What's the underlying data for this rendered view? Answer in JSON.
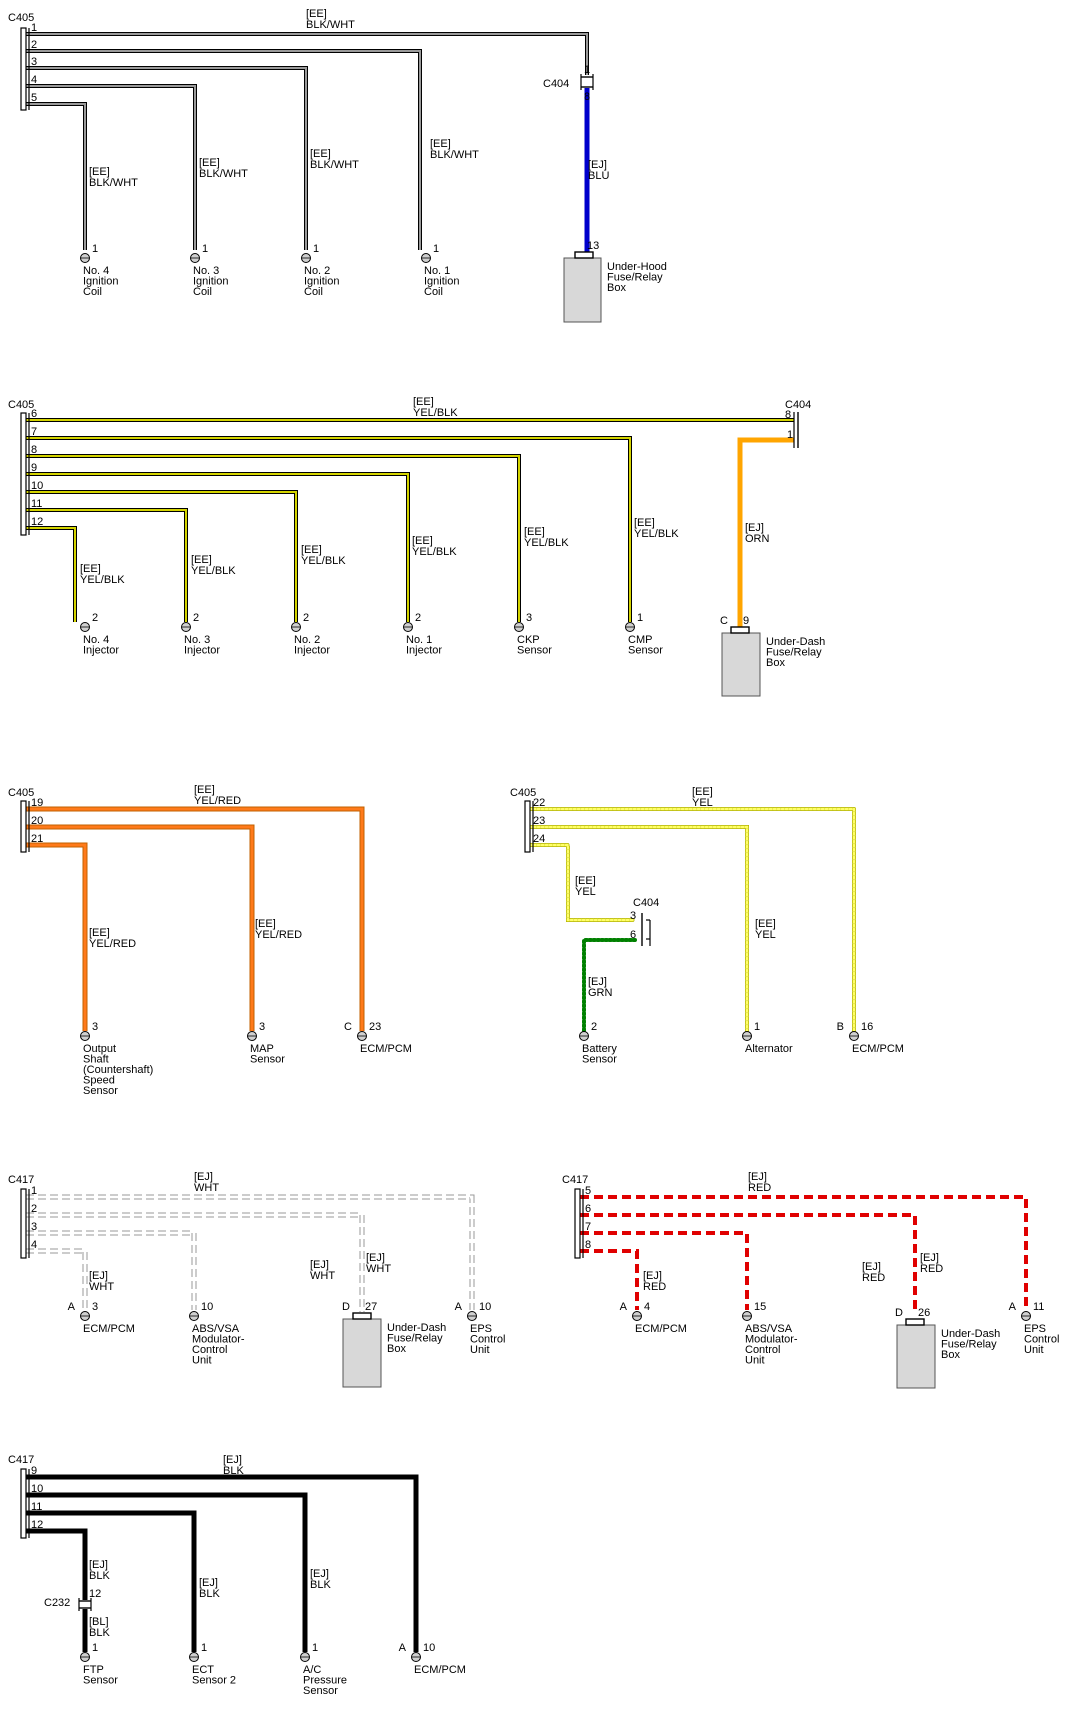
{
  "wire_colors": {
    "BLK/WHT": {
      "main": "#9a9a9a",
      "edge": "#000000",
      "style": "solid"
    },
    "BLU": {
      "main": "#0000cc",
      "edge": "#0000cc",
      "style": "solid"
    },
    "YEL/BLK": {
      "main": "#d4d400",
      "edge": "#000000",
      "style": "solid"
    },
    "ORN": {
      "main": "#ffa500",
      "edge": "#ffa500",
      "style": "solid"
    },
    "YEL/RED": {
      "main": "#ff7a1a",
      "edge": "#c06000",
      "style": "solid"
    },
    "YEL": {
      "main": "#ffff66",
      "edge": "#b4b400",
      "style": "dotted"
    },
    "GRN": {
      "main": "#008000",
      "edge": "#008000",
      "style": "dotted"
    },
    "WHT": {
      "main": "#ffffff",
      "edge": "#999999",
      "style": "dashed"
    },
    "RED": {
      "main": "#e00000",
      "edge": "#e00000",
      "style": "dashed"
    },
    "BLK": {
      "main": "#000000",
      "edge": "#000000",
      "style": "solid"
    }
  },
  "panels": [
    {
      "id": "ignition-coils",
      "connectors": [
        {
          "name": "C405",
          "pins": [
            "1",
            "2",
            "3",
            "4",
            "5"
          ]
        },
        {
          "name": "C404",
          "pins": [
            "1",
            "8"
          ]
        }
      ],
      "wire_labels": [
        {
          "harness": "[EE]",
          "color": "BLK/WHT"
        },
        {
          "harness": "[EJ]",
          "color": "BLU"
        },
        {
          "harness": "[EE]",
          "color": "BLK/WHT"
        },
        {
          "harness": "[EE]",
          "color": "BLK/WHT"
        },
        {
          "harness": "[EE]",
          "color": "BLK/WHT"
        },
        {
          "harness": "[EE]",
          "color": "BLK/WHT"
        }
      ],
      "devices": [
        {
          "pin": "1",
          "lines": [
            "No. 4",
            "Ignition",
            "Coil"
          ]
        },
        {
          "pin": "1",
          "lines": [
            "No. 3",
            "Ignition",
            "Coil"
          ]
        },
        {
          "pin": "1",
          "lines": [
            "No. 2",
            "Ignition",
            "Coil"
          ]
        },
        {
          "pin": "1",
          "lines": [
            "No. 1",
            "Ignition",
            "Coil"
          ]
        }
      ],
      "boxes": [
        {
          "pin": "13",
          "lines": [
            "Under-Hood",
            "Fuse/Relay",
            "Box"
          ]
        }
      ]
    },
    {
      "id": "injectors",
      "connectors": [
        {
          "name": "C405",
          "pins": [
            "6",
            "7",
            "8",
            "9",
            "10",
            "11",
            "12"
          ]
        },
        {
          "name": "C404",
          "pins": [
            "8",
            "1"
          ]
        }
      ],
      "wire_labels": [
        {
          "harness": "[EE]",
          "color": "YEL/BLK"
        },
        {
          "harness": "[EJ]",
          "color": "ORN"
        },
        {
          "harness": "[EE]",
          "color": "YEL/BLK"
        },
        {
          "harness": "[EE]",
          "color": "YEL/BLK"
        },
        {
          "harness": "[EE]",
          "color": "YEL/BLK"
        },
        {
          "harness": "[EE]",
          "color": "YEL/BLK"
        },
        {
          "harness": "[EE]",
          "color": "YEL/BLK"
        },
        {
          "harness": "[EE]",
          "color": "YEL/BLK"
        }
      ],
      "devices": [
        {
          "pin": "2",
          "lines": [
            "No. 4",
            "Injector"
          ]
        },
        {
          "pin": "2",
          "lines": [
            "No. 3",
            "Injector"
          ]
        },
        {
          "pin": "2",
          "lines": [
            "No. 2",
            "Injector"
          ]
        },
        {
          "pin": "2",
          "lines": [
            "No. 1",
            "Injector"
          ]
        },
        {
          "pin": "3",
          "lines": [
            "CKP",
            "Sensor"
          ]
        },
        {
          "pin": "1",
          "lines": [
            "CMP",
            "Sensor"
          ]
        }
      ],
      "boxes": [
        {
          "cavity": "C",
          "pin": "9",
          "lines": [
            "Under-Dash",
            "Fuse/Relay",
            "Box"
          ]
        }
      ]
    },
    {
      "id": "yel-red",
      "connectors": [
        {
          "name": "C405",
          "pins": [
            "19",
            "20",
            "21"
          ]
        }
      ],
      "wire_labels": [
        {
          "harness": "[EE]",
          "color": "YEL/RED"
        },
        {
          "harness": "[EE]",
          "color": "YEL/RED"
        },
        {
          "harness": "[EE]",
          "color": "YEL/RED"
        }
      ],
      "devices": [
        {
          "pin": "3",
          "lines": [
            "Output",
            "Shaft",
            "(Countershaft)",
            "Speed",
            "Sensor"
          ]
        },
        {
          "pin": "3",
          "lines": [
            "MAP",
            "Sensor"
          ]
        },
        {
          "cavity": "C",
          "pin": "23",
          "lines": [
            "ECM/PCM"
          ]
        }
      ]
    },
    {
      "id": "yel",
      "connectors": [
        {
          "name": "C405",
          "pins": [
            "22",
            "23",
            "24"
          ]
        },
        {
          "name": "C404",
          "pins": [
            "3",
            "6"
          ]
        }
      ],
      "wire_labels": [
        {
          "harness": "[EE]",
          "color": "YEL"
        },
        {
          "harness": "[EE]",
          "color": "YEL"
        },
        {
          "harness": "[EJ]",
          "color": "GRN"
        },
        {
          "harness": "[EE]",
          "color": "YEL"
        }
      ],
      "devices": [
        {
          "pin": "2",
          "lines": [
            "Battery",
            "Sensor"
          ]
        },
        {
          "pin": "1",
          "lines": [
            "Alternator"
          ]
        },
        {
          "cavity": "B",
          "pin": "16",
          "lines": [
            "ECM/PCM"
          ]
        }
      ]
    },
    {
      "id": "wht",
      "connectors": [
        {
          "name": "C417",
          "pins": [
            "1",
            "2",
            "3",
            "4"
          ]
        }
      ],
      "wire_labels": [
        {
          "harness": "[EJ]",
          "color": "WHT"
        },
        {
          "harness": "[EJ]",
          "color": "WHT"
        },
        {
          "harness": "[EJ]",
          "color": "WHT"
        },
        {
          "harness": "[EJ]",
          "color": "WHT"
        }
      ],
      "devices": [
        {
          "cavity": "A",
          "pin": "3",
          "lines": [
            "ECM/PCM"
          ]
        },
        {
          "pin": "10",
          "lines": [
            "ABS/VSA",
            "Modulator-",
            "Control",
            "Unit"
          ]
        },
        {
          "cavity": "A",
          "pin": "10",
          "lines": [
            "EPS",
            "Control",
            "Unit"
          ]
        }
      ],
      "boxes": [
        {
          "cavity": "D",
          "pin": "27",
          "lines": [
            "Under-Dash",
            "Fuse/Relay",
            "Box"
          ]
        }
      ]
    },
    {
      "id": "red",
      "connectors": [
        {
          "name": "C417",
          "pins": [
            "5",
            "6",
            "7",
            "8"
          ]
        }
      ],
      "wire_labels": [
        {
          "harness": "[EJ]",
          "color": "RED"
        },
        {
          "harness": "[EJ]",
          "color": "RED"
        },
        {
          "harness": "[EJ]",
          "color": "RED"
        },
        {
          "harness": "[EJ]",
          "color": "RED"
        }
      ],
      "devices": [
        {
          "cavity": "A",
          "pin": "4",
          "lines": [
            "ECM/PCM"
          ]
        },
        {
          "pin": "15",
          "lines": [
            "ABS/VSA",
            "Modulator-",
            "Control",
            "Unit"
          ]
        },
        {
          "cavity": "A",
          "pin": "11",
          "lines": [
            "EPS",
            "Control",
            "Unit"
          ]
        }
      ],
      "boxes": [
        {
          "cavity": "D",
          "pin": "26",
          "lines": [
            "Under-Dash",
            "Fuse/Relay",
            "Box"
          ]
        }
      ]
    },
    {
      "id": "blk",
      "connectors": [
        {
          "name": "C417",
          "pins": [
            "9",
            "10",
            "11",
            "12"
          ]
        },
        {
          "name": "C232",
          "pins": [
            "12"
          ]
        }
      ],
      "wire_labels": [
        {
          "harness": "[EJ]",
          "color": "BLK"
        },
        {
          "harness": "[EJ]",
          "color": "BLK"
        },
        {
          "harness": "[BL]",
          "color": "BLK"
        },
        {
          "harness": "[EJ]",
          "color": "BLK"
        },
        {
          "harness": "[EJ]",
          "color": "BLK"
        }
      ],
      "devices": [
        {
          "pin": "1",
          "lines": [
            "FTP",
            "Sensor"
          ]
        },
        {
          "pin": "1",
          "lines": [
            "ECT",
            "Sensor 2"
          ]
        },
        {
          "pin": "1",
          "lines": [
            "A/C",
            "Pressure",
            "Sensor"
          ]
        },
        {
          "cavity": "A",
          "pin": "10",
          "lines": [
            "ECM/PCM"
          ]
        }
      ]
    }
  ]
}
